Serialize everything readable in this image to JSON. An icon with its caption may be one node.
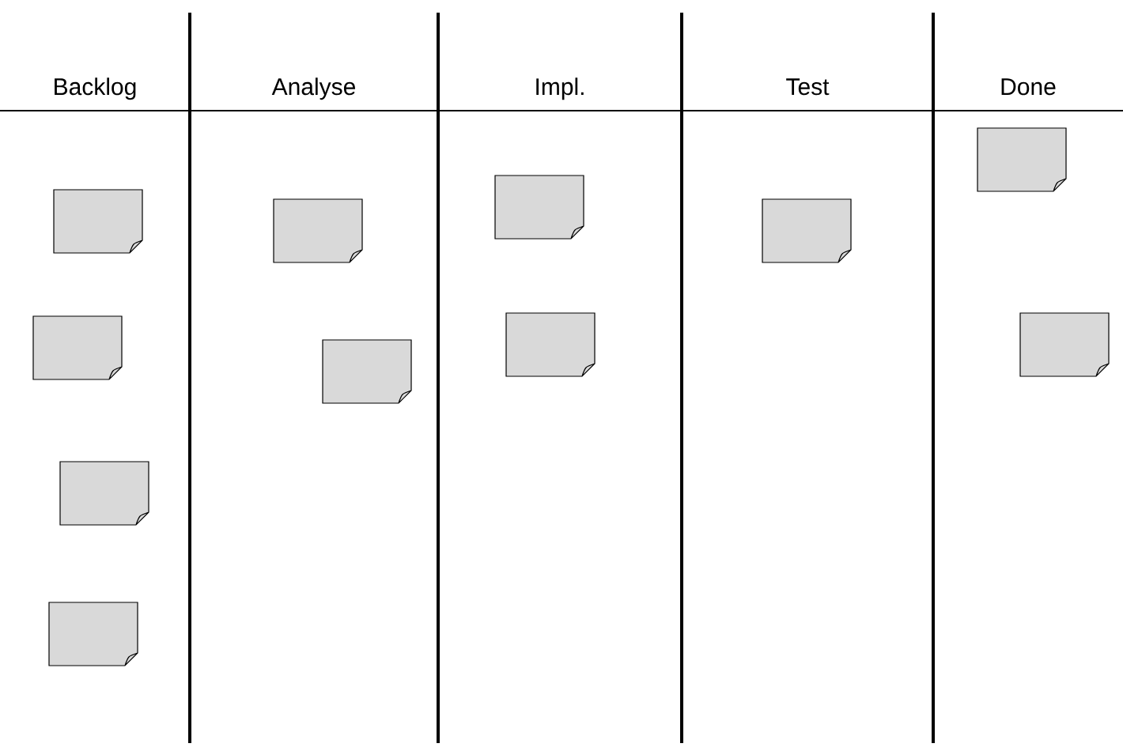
{
  "diagram": {
    "nodes": [
      {
        "text": [],
        "shape": "box"
      },
      {
        "text": [],
        "shape": "box"
      },
      {
        "text": [],
        "shape": "box"
      },
      {
        "text": [],
        "shape": "box"
      },
      {
        "text": [],
        "shape": "box"
      },
      {
        "text": [],
        "shape": "box"
      },
      {
        "text": [],
        "shape": "box"
      },
      {
        "text": [],
        "shape": "box"
      },
      {
        "text": [],
        "shape": "box"
      },
      {
        "text": [],
        "shape": "box"
      },
      {
        "text": [],
        "shape": "box"
      }
    ],
    "labels": [
      "Backlog",
      "Analyse",
      "Impl.",
      "Test",
      "Done"
    ]
  }
}
